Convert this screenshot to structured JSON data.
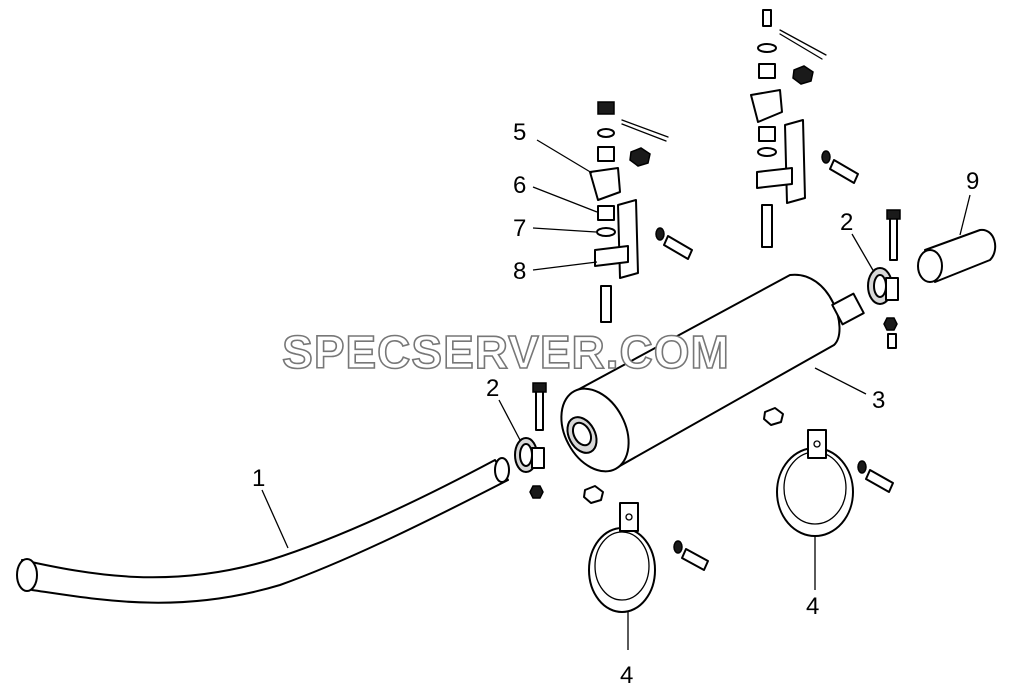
{
  "watermark": "SPECSERVER.COM",
  "callouts": {
    "c1": "1",
    "c2a": "2",
    "c2b": "2",
    "c3": "3",
    "c4a": "4",
    "c4b": "4",
    "c5": "5",
    "c6": "6",
    "c7": "7",
    "c8": "8",
    "c9": "9"
  }
}
